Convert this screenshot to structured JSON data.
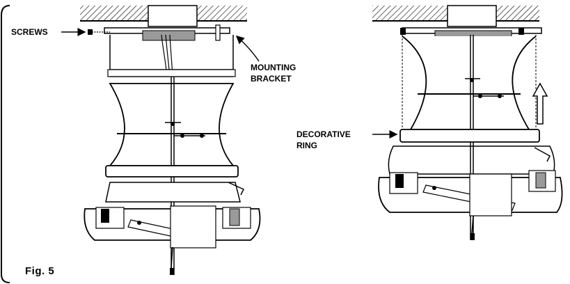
{
  "labels": {
    "screws": "SCREWS",
    "mounting_line1": "MOUNTING",
    "mounting_line2": "BRACKET",
    "decorative_line1": "DECORATIVE",
    "decorative_line2": "RING"
  },
  "figure": {
    "caption": "Fig. 5"
  }
}
